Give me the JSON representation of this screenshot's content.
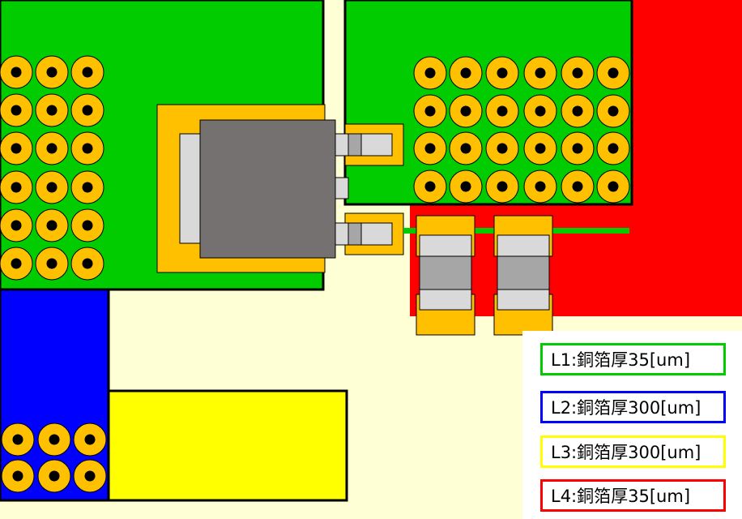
{
  "colors": {
    "background": "#ffffd5",
    "l1_green": "#00cc00",
    "l2_blue": "#0000ff",
    "l3_yellow": "#ffff00",
    "l4_red": "#ff0000",
    "pad_orange": "#ffc000",
    "via_hole": "#000000",
    "package_body": "#767171",
    "terminal_light": "#d9d9d9",
    "terminal_mid": "#a6a6a6"
  },
  "legend": [
    {
      "id": "l1",
      "label": "L1:銅箔厚35[um]",
      "color": "#00cc00"
    },
    {
      "id": "l2",
      "label": "L2:銅箔厚300[um]",
      "color": "#0000ff"
    },
    {
      "id": "l3",
      "label": "L3:銅箔厚300[um]",
      "color": "#ffff00"
    },
    {
      "id": "l4",
      "label": "L4:銅箔厚35[um]",
      "color": "#ff0000"
    }
  ]
}
